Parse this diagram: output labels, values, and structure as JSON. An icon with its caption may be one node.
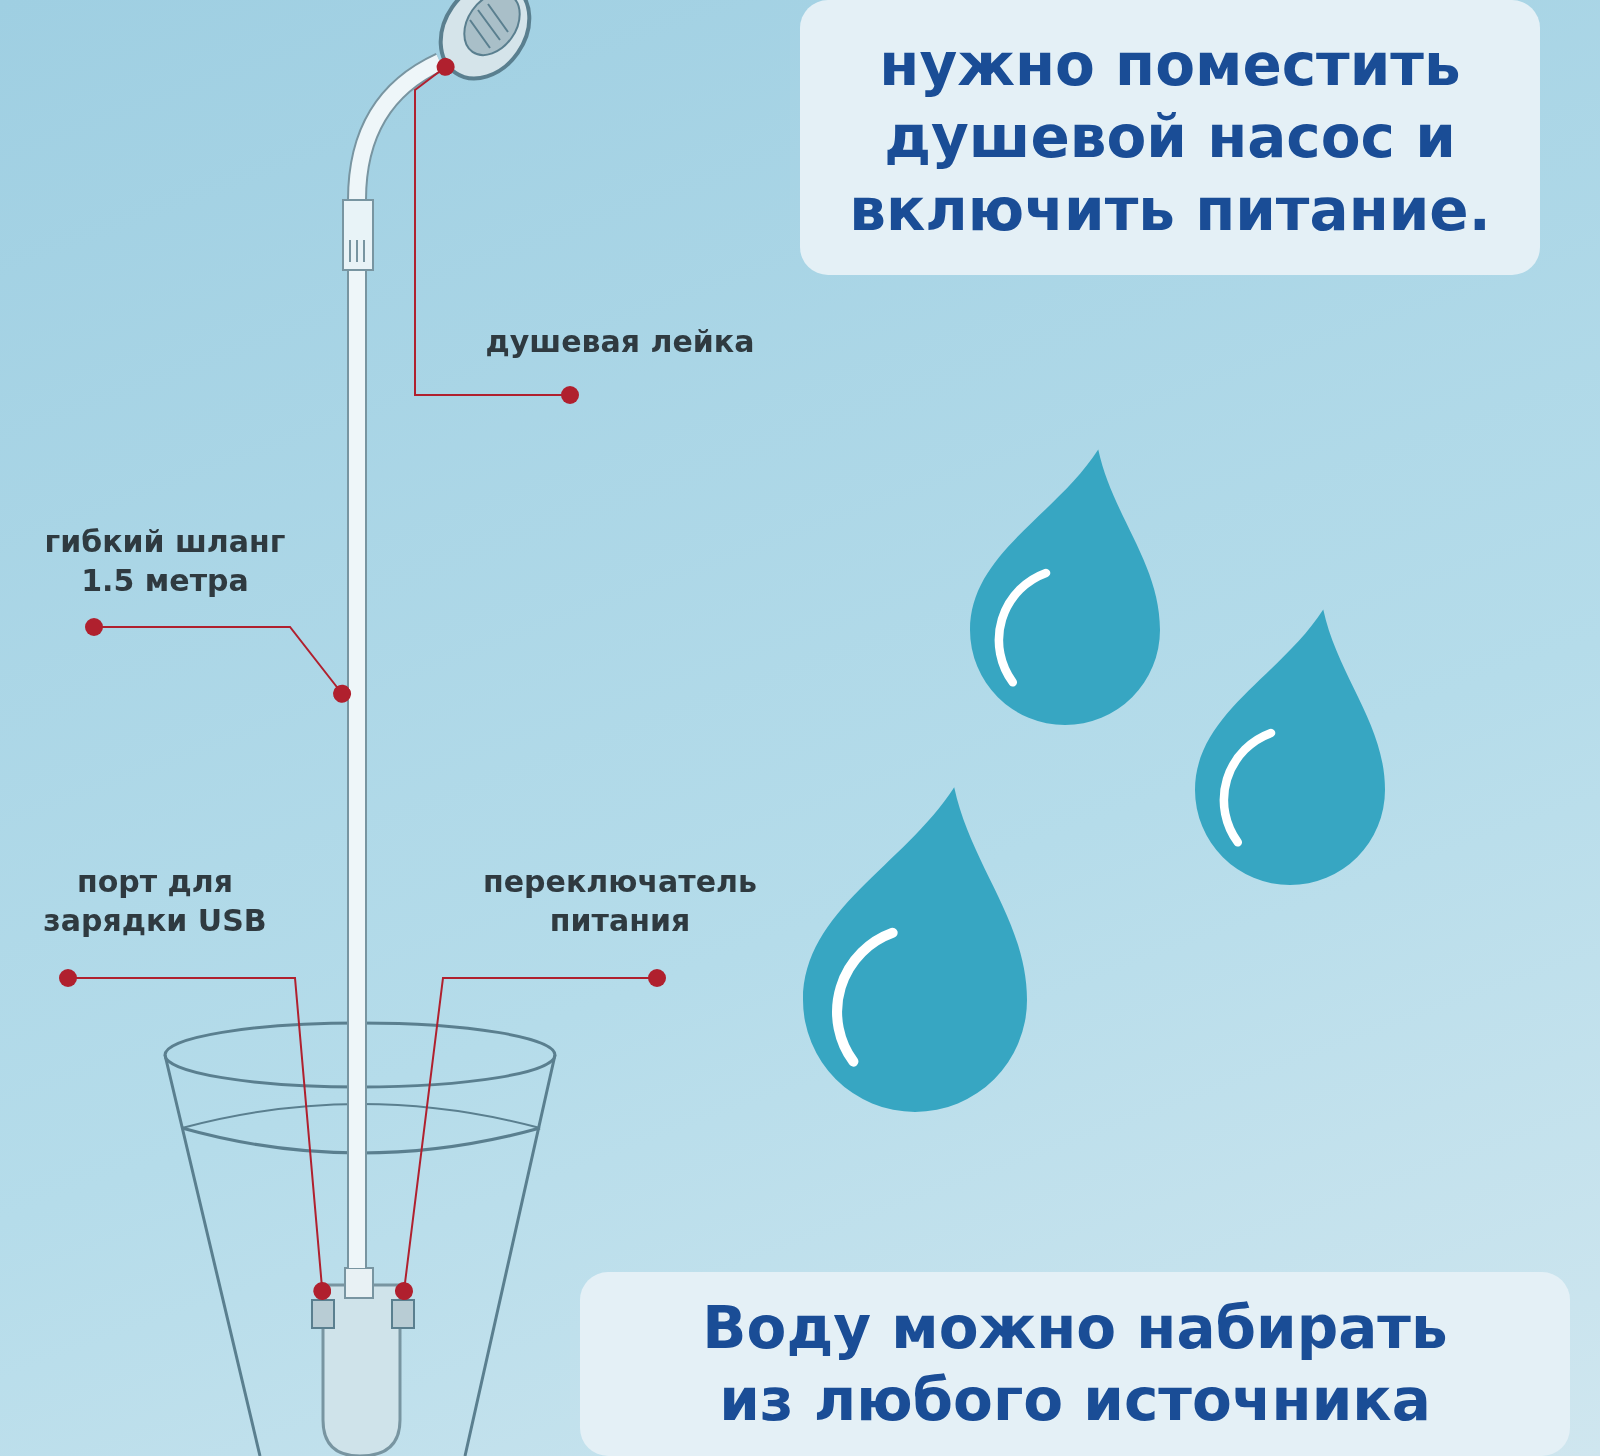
{
  "diagram": {
    "nodes": [
      {
        "text": [
          "нужно поместить душевой насос и включить питание."
        ]
      },
      {
        "text": [
          "душевая лейка"
        ]
      },
      {
        "text": [
          "гибкий шланг 1.5 метра"
        ]
      },
      {
        "text": [
          "порт для зарядки USB"
        ]
      },
      {
        "text": [
          "переключатель питания"
        ]
      },
      {
        "text": [
          "Воду можно набирать из любого источника"
        ]
      },
      {
        "text": [],
        "shape": "picture"
      },
      {
        "text": [],
        "shape": "picture"
      },
      {
        "text": [],
        "shape": "box"
      },
      {
        "text": [],
        "shape": "box"
      }
    ],
    "edges": [
      {
        "from": 1,
        "to": 6,
        "arrow": "other"
      },
      {
        "from": 2,
        "to": 7,
        "arrow": "other"
      },
      {
        "from": 3,
        "to": 8,
        "arrow": "other"
      },
      {
        "from": 4,
        "to": 9,
        "arrow": "other"
      }
    ]
  }
}
